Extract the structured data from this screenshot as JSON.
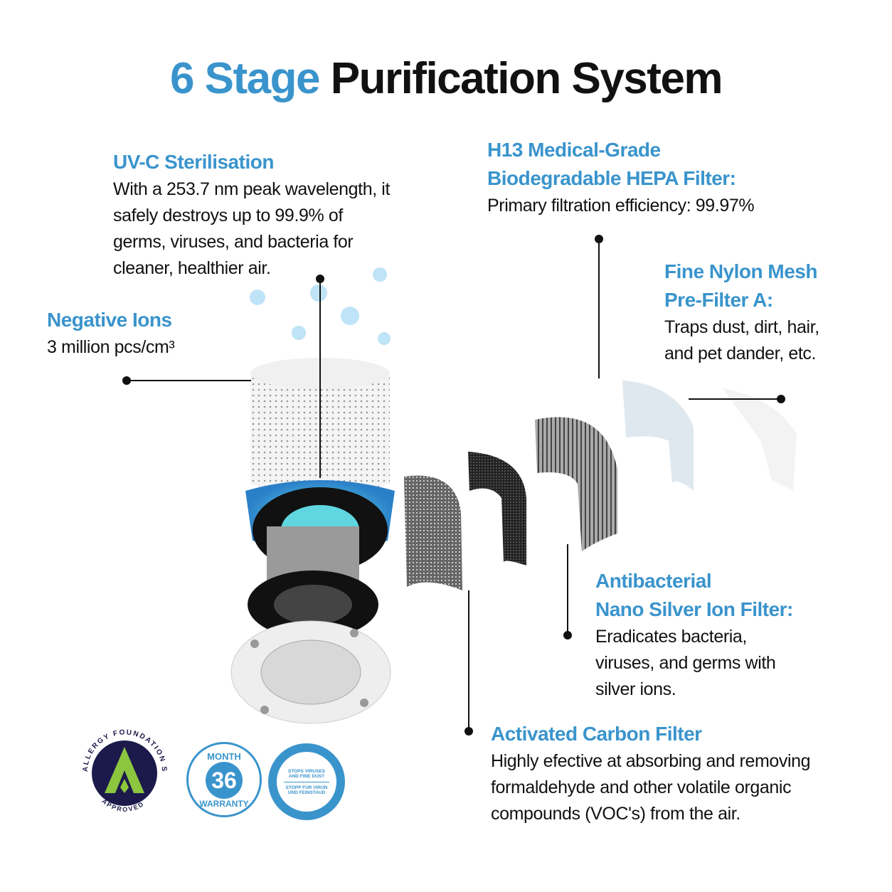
{
  "title": {
    "highlight": "6 Stage",
    "rest": "Purification System"
  },
  "features": {
    "uvc": {
      "heading": "UV-C Sterilisation",
      "text": "With a 253.7 nm peak wavelength, it safely destroys up to 99.9% of germs, viruses, and bacteria for cleaner, healthier air."
    },
    "ions": {
      "heading": "Negative Ions",
      "text": "3 million pcs/cm³"
    },
    "hepa": {
      "heading_1": "H13 Medical-Grade",
      "heading_2": "Biodegradable HEPA Filter:",
      "text": "Primary filtration efficiency: 99.97%"
    },
    "nylon": {
      "heading_1": "Fine Nylon Mesh",
      "heading_2": "Pre-Filter A:",
      "text": "Traps dust, dirt, hair, and pet dander, etc."
    },
    "silver": {
      "heading_1": "Antibacterial",
      "heading_2": "Nano Silver Ion Filter:",
      "text": "Eradicates bacteria, viruses, and germs with silver ions."
    },
    "carbon": {
      "heading": "Activated Carbon Filter",
      "text": "Highly efective at absorbing and removing formaldehyde and other volatile organic compounds (VOC's) from the air."
    }
  },
  "badges": {
    "allergy": {
      "top": "ALLERGY FOUNDATION SOUTH AFRICA",
      "bottom": "APPROVED"
    },
    "warranty": {
      "top": "MONTH",
      "number": "36",
      "bottom": "WARRANTY"
    },
    "stops": {
      "line1": "STOPS VIRUSES AND FINE DUST",
      "line2": "STOPP FÜR VIRUN UND FEINSTAUD"
    }
  },
  "colors": {
    "accent": "#3a94cc",
    "dark": "#111111",
    "allergy_navy": "#1c1a4a",
    "allergy_green": "#8cc63f"
  }
}
